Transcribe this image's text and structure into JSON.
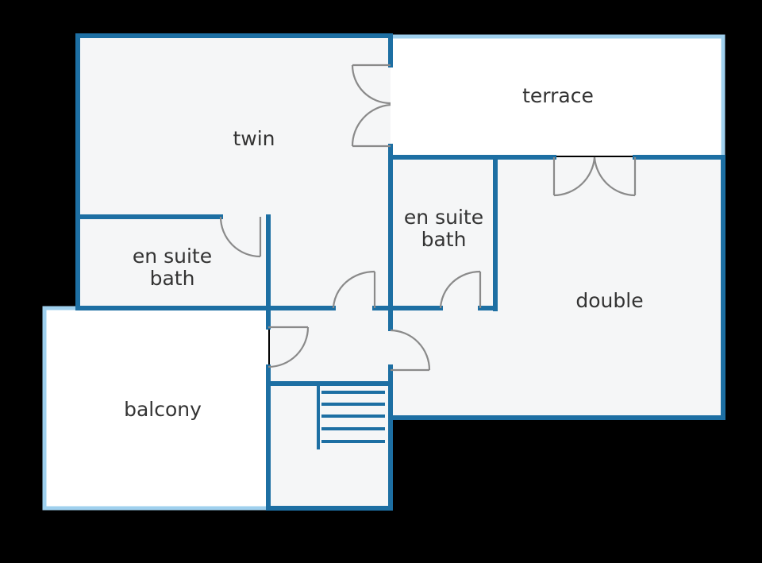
{
  "rooms": {
    "twin": "twin",
    "terrace": "terrace",
    "en_suite_left_line1": "en suite",
    "en_suite_left_line2": "bath",
    "en_suite_right_line1": "en suite",
    "en_suite_right_line2": "bath",
    "double": "double",
    "balcony": "balcony"
  },
  "colors": {
    "background": "#000000",
    "floor_interior": "#f5f6f7",
    "floor_exterior": "#ffffff",
    "wall": "#1d6fa3",
    "wall_light": "#9fd0ee",
    "door": "#8a8a8a",
    "label": "#333333"
  }
}
